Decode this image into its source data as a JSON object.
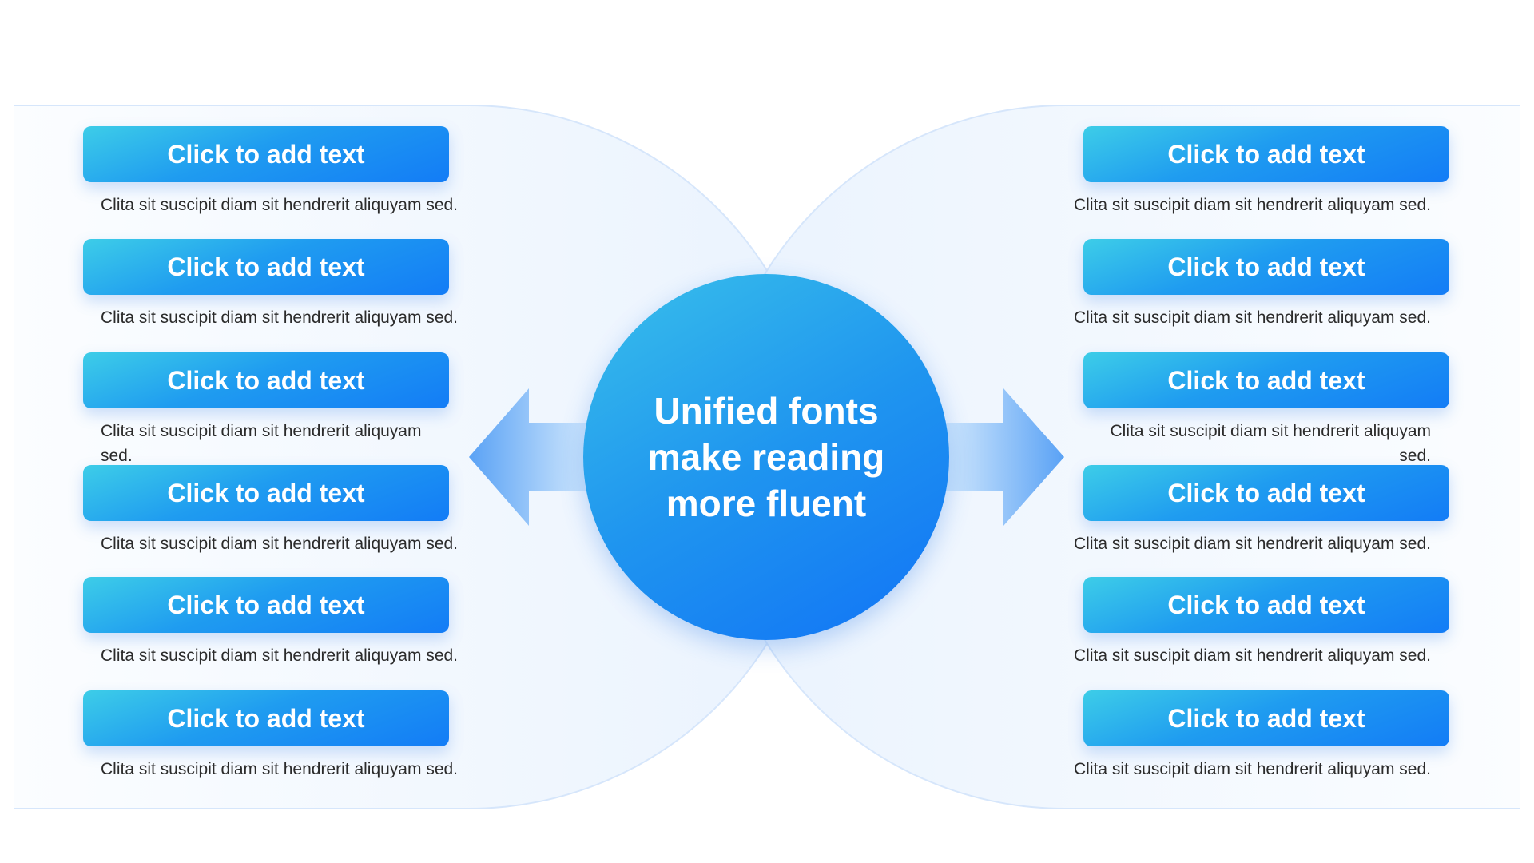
{
  "center": {
    "title": "Unified fonts make reading more fluent"
  },
  "left_items": [
    {
      "label": "Click to add text",
      "desc": "Clita sit suscipit diam sit hendrerit aliquyam sed."
    },
    {
      "label": "Click to add text",
      "desc": "Clita sit suscipit diam sit hendrerit aliquyam sed."
    },
    {
      "label": "Click to add text",
      "desc": "Clita sit suscipit diam sit hendrerit aliquyam sed."
    },
    {
      "label": "Click to add text",
      "desc": "Clita sit suscipit diam sit hendrerit aliquyam sed."
    },
    {
      "label": "Click to add text",
      "desc": "Clita sit suscipit diam sit hendrerit aliquyam sed."
    },
    {
      "label": "Click to add text",
      "desc": "Clita sit suscipit diam sit hendrerit aliquyam sed."
    }
  ],
  "right_items": [
    {
      "label": "Click to add text",
      "desc": "Clita sit suscipit diam sit hendrerit aliquyam sed."
    },
    {
      "label": "Click to add text",
      "desc": "Clita sit suscipit diam sit hendrerit aliquyam sed."
    },
    {
      "label": "Click to add text",
      "desc": "Clita sit suscipit diam sit hendrerit aliquyam sed."
    },
    {
      "label": "Click to add text",
      "desc": "Clita sit suscipit diam sit hendrerit aliquyam sed."
    },
    {
      "label": "Click to add text",
      "desc": "Clita sit suscipit diam sit hendrerit aliquyam sed."
    },
    {
      "label": "Click to add text",
      "desc": "Clita sit suscipit diam sit hendrerit aliquyam sed."
    }
  ],
  "colors": {
    "accent": "#137cf6",
    "accent_light": "#3dcde8",
    "panel": "#eaf3fe"
  }
}
